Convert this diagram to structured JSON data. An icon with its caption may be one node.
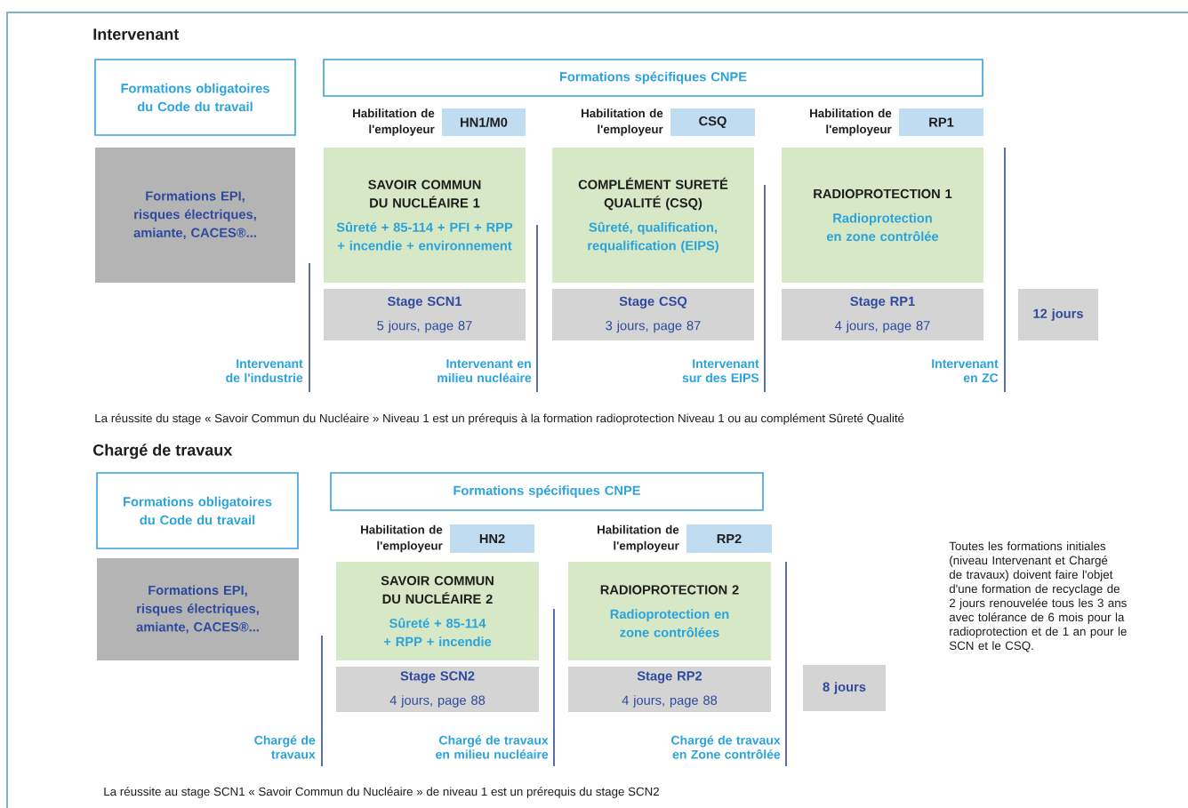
{
  "diagram": {
    "nodes": [
      {
        "text": [
          "Formations obligatoires du Code du travail"
        ]
      },
      {
        "text": [
          "Formations spécifiques CNPE"
        ]
      },
      {
        "text": [
          "HN1/M0"
        ],
        "beside": [
          "Habilitation de l'employeur"
        ]
      },
      {
        "text": [
          "CSQ"
        ],
        "beside": [
          "Habilitation de l'employeur"
        ]
      },
      {
        "text": [
          "RP1"
        ],
        "beside": [
          "Habilitation de l'employeur"
        ]
      },
      {
        "text": [
          "Formations EPI, risques électriques, amiante, CACES®..."
        ]
      },
      {
        "text": [
          "SAVOIR COMMUN DU NUCLÉAIRE 1",
          "Sûreté + 85-114 + PFI + RPP + incendie + environnement"
        ]
      },
      {
        "text": [
          "COMPLÉMENT SURETÉ QUALITÉ (CSQ)",
          "Sûreté, qualification, requalification (EIPS)"
        ]
      },
      {
        "text": [
          "RADIOPROTECTION 1",
          "Radioprotection en zone contrôlée"
        ]
      },
      {
        "text": [
          "Stage SCN1",
          "5 jours, page 87"
        ]
      },
      {
        "text": [
          "Stage CSQ",
          "3 jours, page 87"
        ]
      },
      {
        "text": [
          "Stage RP1",
          "4 jours, page 87"
        ]
      },
      {
        "text": [
          "12 jours"
        ]
      },
      {
        "text": [
          "Formations obligatoires du Code du travail"
        ]
      },
      {
        "text": [
          "Formations spécifiques CNPE"
        ]
      },
      {
        "text": [
          "HN2"
        ],
        "beside": [
          "Habilitation de l'employeur"
        ]
      },
      {
        "text": [
          "RP2"
        ],
        "beside": [
          "Habilitation de l'employeur"
        ]
      },
      {
        "text": [
          "Formations EPI, risques électriques, amiante, CACES®..."
        ]
      },
      {
        "text": [
          "SAVOIR COMMUN DU NUCLÉAIRE 2",
          "Sûreté + 85-114 + RPP + incendie"
        ]
      },
      {
        "text": [
          "RADIOPROTECTION 2",
          "Radioprotection en zone contrôlées"
        ]
      },
      {
        "text": [
          "Stage SCN2",
          "4 jours, page 88"
        ]
      },
      {
        "text": [
          "Stage RP2",
          "4 jours, page 88"
        ]
      },
      {
        "text": [
          "8 jours"
        ]
      }
    ],
    "labels": [
      "Intervenant",
      "Intervenant de l'industrie",
      "Intervenant en milieu nucléaire",
      "Intervenant sur des EIPS",
      "Intervenant en ZC",
      "La réussite du stage « Savoir Commun du Nucléaire » Niveau 1 est un prérequis à la formation radioprotection Niveau 1 ou au complément Sûreté Qualité",
      "Chargé de travaux",
      "Toutes les formations initiales (niveau Intervenant et Chargé de travaux) doivent faire l'objet d'une formation de recyclage de 2 jours renouvelée tous les 3 ans avec tolérance de 6 mois pour la radioprotection et de 1 an pour le SCN et le CSQ.",
      "Chargé de travaux",
      "Chargé de travaux en milieu nucléaire",
      "Chargé de travaux en Zone contrôlée",
      "La réussite au stage SCN1 « Savoir Commun du Nucléaire » de niveau 1 est un prérequis du stage SCN2"
    ]
  }
}
